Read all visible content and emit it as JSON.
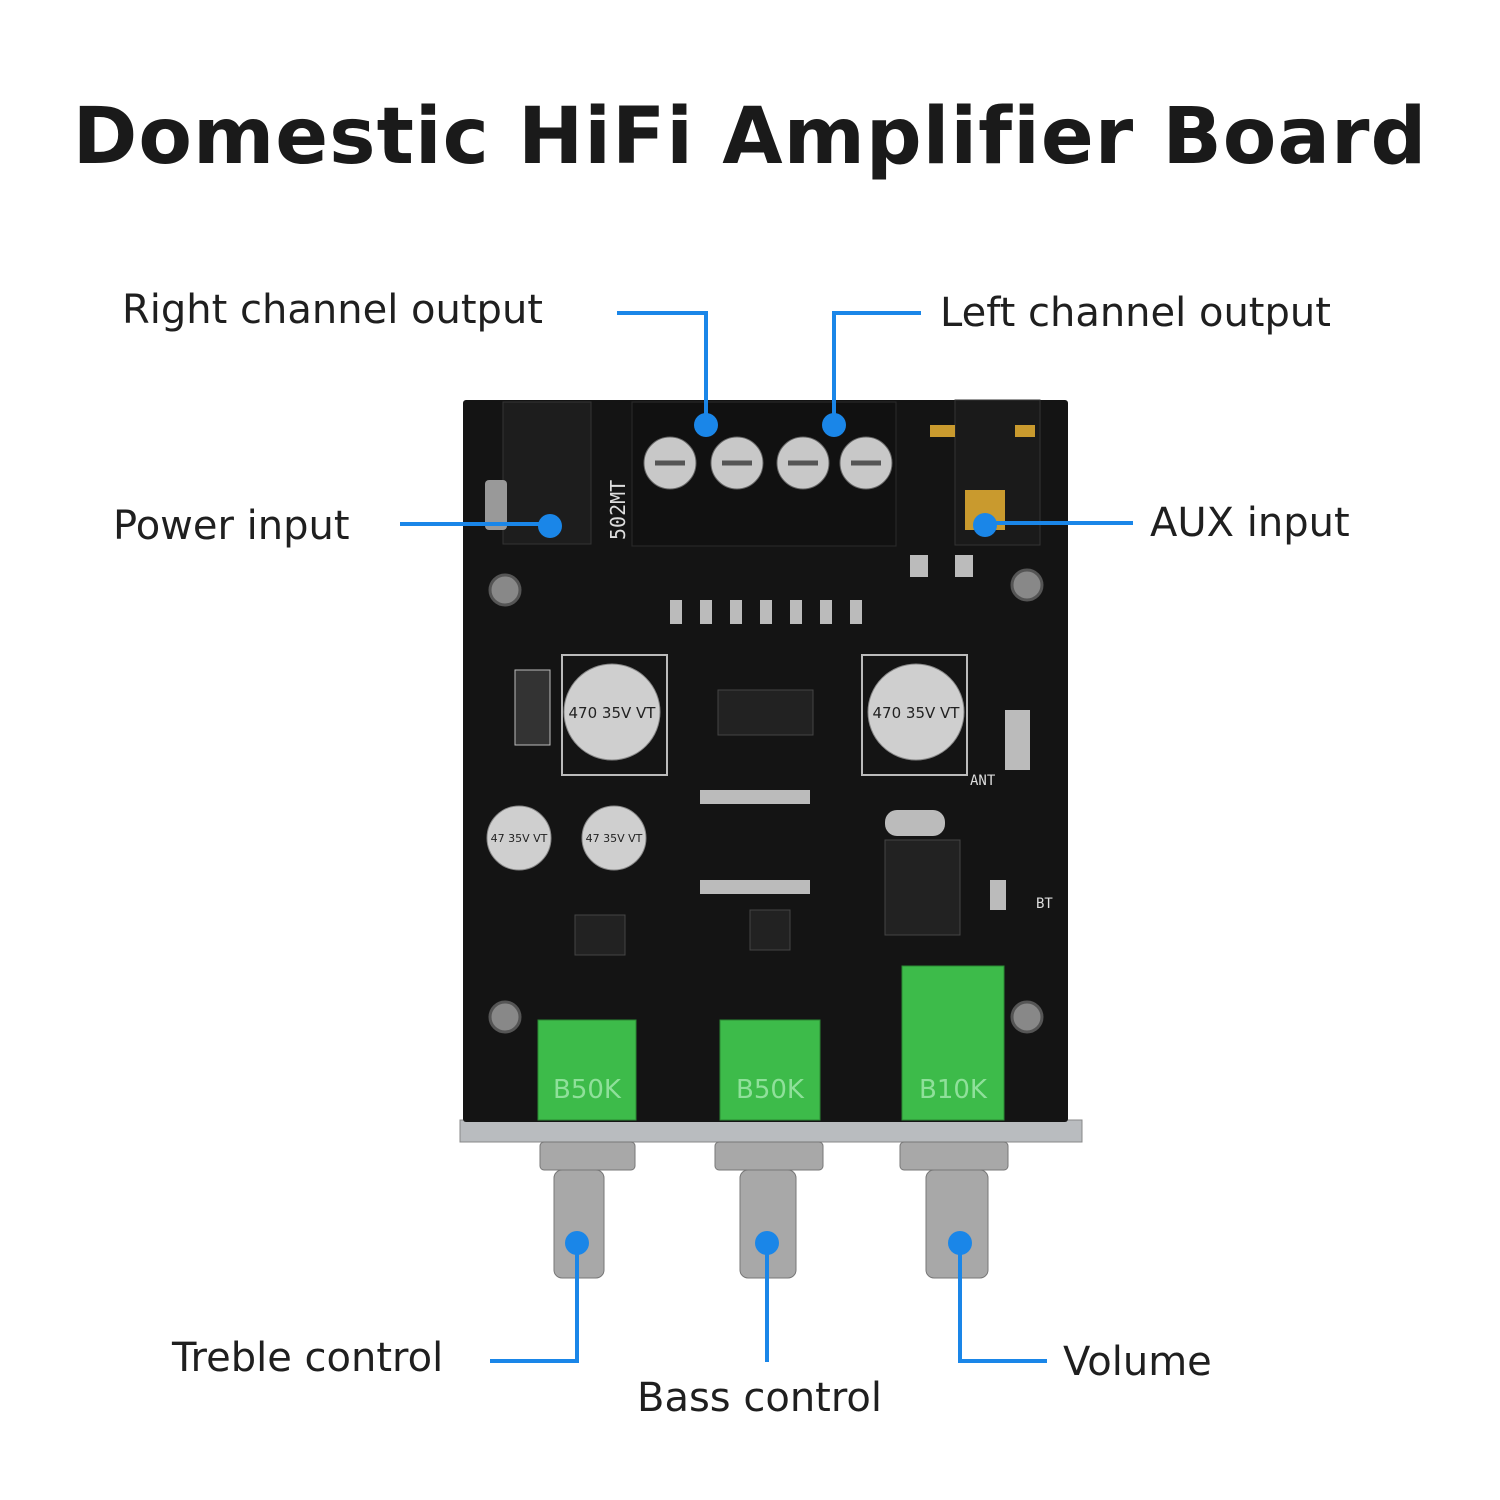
{
  "title": "Domestic HiFi Amplifier Board",
  "accent_color": "#1a86e8",
  "callouts": {
    "right_channel": "Right channel output",
    "left_channel": "Left channel output",
    "power_input": "Power input",
    "aux_input": "AUX input",
    "treble": "Treble control",
    "bass": "Bass control",
    "volume": "Volume"
  },
  "board": {
    "terminal_marking": "502MT",
    "pot_treble": "B50K",
    "pot_bass": "B50K",
    "pot_volume": "B10K",
    "big_cap": "470 35V VT",
    "small_cap": "47 35V VT",
    "bt_label": "BT",
    "ant_label": "ANT"
  }
}
